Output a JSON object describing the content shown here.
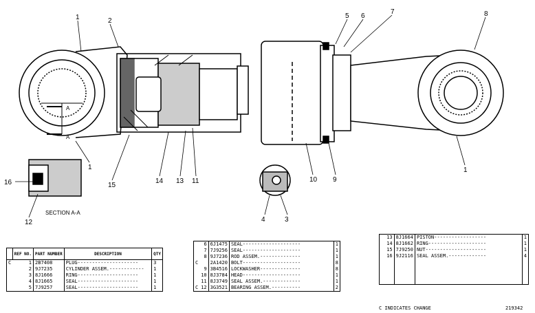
{
  "diagram": {
    "callouts": [
      "1",
      "2",
      "5",
      "6",
      "7",
      "8",
      "1",
      "15",
      "14",
      "13",
      "11",
      "10",
      "9",
      "1",
      "16",
      "12",
      "4",
      "3"
    ],
    "section_label": "SECTION A-A",
    "section_letters": [
      "A",
      "A"
    ]
  },
  "table1": {
    "headers": [
      "REF NO.",
      "PART NUMBER",
      "DESCRIPTION",
      "QTY"
    ],
    "rows": [
      {
        "change": "C",
        "ref": "1",
        "part": "2B7408",
        "desc": "PLUG---------------------",
        "qty": "3"
      },
      {
        "change": "",
        "ref": "2",
        "part": "9J7235",
        "desc": "CYLINDER ASSEM.------------",
        "qty": "1"
      },
      {
        "change": "",
        "ref": "3",
        "part": "8J1666",
        "desc": "RING---------------------",
        "qty": "1"
      },
      {
        "change": "",
        "ref": "4",
        "part": "8J1665",
        "desc": "SEAL---------------------",
        "qty": "1"
      },
      {
        "change": "",
        "ref": "5",
        "part": "7J9257",
        "desc": "SEAL---------------------",
        "qty": "1"
      }
    ]
  },
  "table2": {
    "rows": [
      {
        "change": "",
        "ref": "6",
        "part": "6J1475",
        "desc": "SEAL--------------------",
        "qty": "1"
      },
      {
        "change": "",
        "ref": "7",
        "part": "7J9256",
        "desc": "SEAL--------------------",
        "qty": "1"
      },
      {
        "change": "",
        "ref": "8",
        "part": "9J7236",
        "desc": "ROD ASSEM.--------------",
        "qty": "1"
      },
      {
        "change": "C",
        "ref": "",
        "part": "2A1420",
        "desc": "BOLT--------------------",
        "qty": "8"
      },
      {
        "change": "",
        "ref": "9",
        "part": "3B4516",
        "desc": "LOCKWASHER--------------",
        "qty": "8"
      },
      {
        "change": "",
        "ref": "10",
        "part": "8J3784",
        "desc": "HEAD--------------------",
        "qty": "1"
      },
      {
        "change": "",
        "ref": "11",
        "part": "8J3749",
        "desc": "SEAL ASSEM.-------------",
        "qty": "1"
      },
      {
        "change": "C",
        "ref": "12",
        "part": "3G3521",
        "desc": "BEARING ASSEM.----------",
        "qty": "2"
      }
    ]
  },
  "table3": {
    "rows": [
      {
        "change": "",
        "ref": "13",
        "part": "8J1664",
        "desc": "PISTON------------------",
        "qty": "1"
      },
      {
        "change": "",
        "ref": "14",
        "part": "8J1662",
        "desc": "RING--------------------",
        "qty": "1"
      },
      {
        "change": "",
        "ref": "15",
        "part": "7J9250",
        "desc": "NUT---------------------",
        "qty": "1"
      },
      {
        "change": "",
        "ref": "16",
        "part": "9J2116",
        "desc": "SEAL ASSEM.-------------",
        "qty": "4"
      }
    ]
  },
  "footer": {
    "note": "C INDICATES CHANGE",
    "illustration_no": "219342"
  }
}
